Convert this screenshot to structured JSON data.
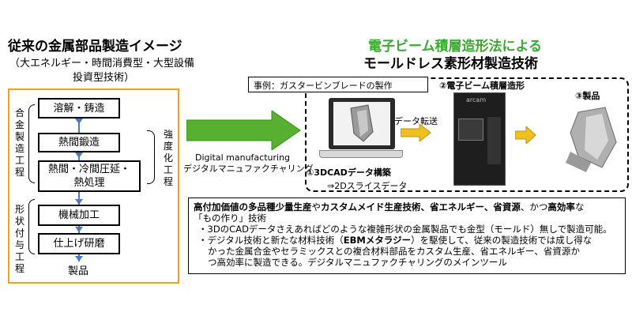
{
  "left": {
    "title": "従来の金属部品製造イメージ",
    "subtitle_1": "（大エネルギー・時間消費型・大型設備",
    "subtitle_2": "投資型技術）",
    "label_alloy": "合金製造工程",
    "label_shape": "形状付与工程",
    "label_strength": "強度化工程",
    "steps": [
      "溶解・鋳造",
      "熱間鍛造",
      "熱間・冷間圧延・熱処理",
      "機械加工",
      "仕上げ研磨"
    ],
    "product": "製品",
    "colors": {
      "frame": "#f0a020",
      "flow": "#4a7ac0"
    }
  },
  "middle": {
    "label_en": "Digital manufacturing",
    "label_ja": "デジタルマニュファクチャリング",
    "arrow_color": "#58b030"
  },
  "right": {
    "title": "電子ビーム積層造形法による",
    "subtitle": "モールドレス素形材製造技術",
    "title_color": "#3aa832",
    "example": "事例：ガスタービンブレードの製作",
    "data_transfer": "データ転送",
    "step1": "①3DCADデータ構築",
    "step1_sub": "⇒2Dスライスデータ",
    "step2": "②電子ビーム積層造形",
    "step3": "③製品",
    "machine_logo": "arcam"
  },
  "bottom": {
    "line1a": "高付加価値の多品種少量生産",
    "line1b": "や",
    "line1c": "カスタムメイド生産技術、省エネルギー、省資源",
    "line1d": "、かつ",
    "line1e": "高効率",
    "line1f": "な",
    "line2": "「もの作り」技術",
    "bullet1a": "・3DのCADデータさえあればどのような複雑形状の金属製品でも金型（モールド）無しで製造可能。",
    "bullet2a": "・デジタル技術と新たな材料技術（",
    "bullet2b": "EBMメタラジー",
    "bullet2c": "）を駆使して、従来の製造技術では成し得な",
    "bullet2d": "かった金属合金やセラミックスとの複合材料部品をカスタム生産、省エネルギー、省資源か",
    "bullet2e": "つ高効率に製造できる。デジタルマニュファクチャリングのメインツール"
  }
}
